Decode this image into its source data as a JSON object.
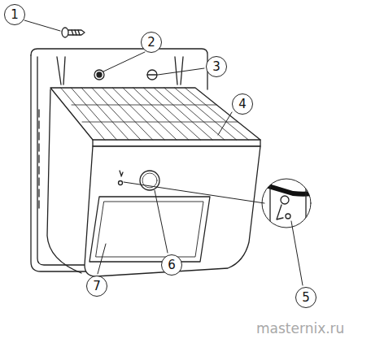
{
  "diagram": {
    "nodes": [
      {
        "text": [
          "1"
        ]
      },
      {
        "text": [
          "2"
        ]
      },
      {
        "text": [
          "3"
        ]
      },
      {
        "text": [
          "4"
        ]
      },
      {
        "text": [
          "5"
        ]
      },
      {
        "text": [
          "6"
        ]
      },
      {
        "text": [
          "7"
        ]
      }
    ],
    "labels": [
      "masternix.ru"
    ]
  }
}
